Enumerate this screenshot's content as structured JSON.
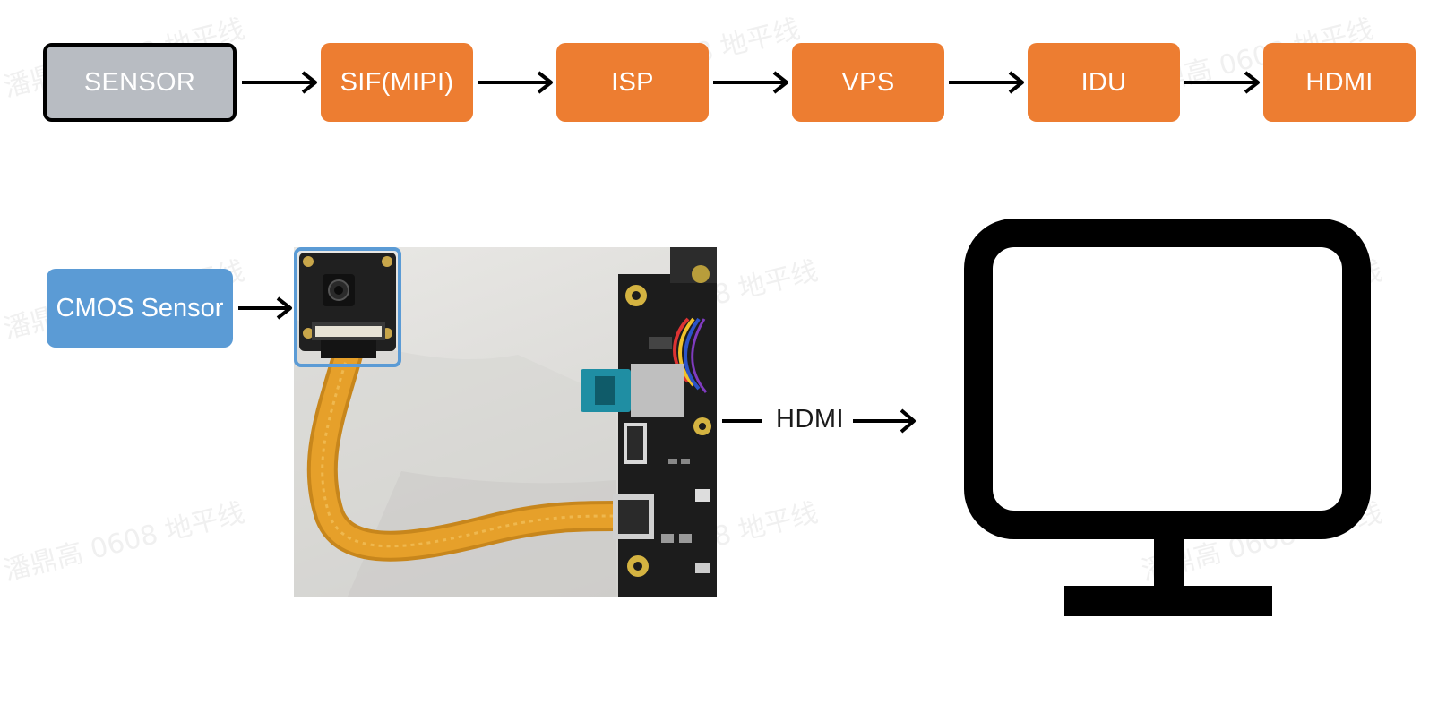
{
  "pipeline": {
    "stages": [
      {
        "label": "SENSOR"
      },
      {
        "label": "SIF(MIPI)"
      },
      {
        "label": "ISP"
      },
      {
        "label": "VPS"
      },
      {
        "label": "IDU"
      },
      {
        "label": "HDMI"
      }
    ]
  },
  "hardware": {
    "sensor_label": "CMOS Sensor",
    "link_label": "HDMI"
  },
  "watermark": {
    "text": "潘鼎高 0608 地平线"
  },
  "colors": {
    "stage_orange": "#ed7d31",
    "sensor_gray": "#b8bcc2",
    "cmos_blue": "#5b9bd5",
    "highlight_blue": "#5b9bd5",
    "ribbon_orange": "#e6a02a",
    "board_black": "#1c1c1c",
    "connector_teal": "#1f8ea3",
    "monitor_black": "#000000"
  },
  "icons": {
    "flow_arrow": "arrow-right-icon",
    "display": "monitor-icon"
  }
}
